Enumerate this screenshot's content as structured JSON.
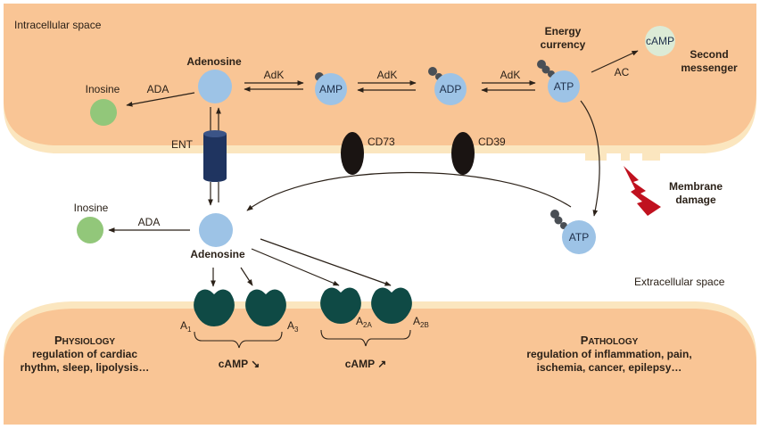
{
  "regions": {
    "intracellular": "Intracellular space",
    "extracellular": "Extracellular space"
  },
  "intracellular": {
    "adenosine": "Adenosine",
    "inosine": "Inosine",
    "ada": "ADA",
    "amp": "AMP",
    "adp": "ADP",
    "atp": "ATP",
    "adk_1": "AdK",
    "adk_2": "AdK",
    "adk_3": "AdK",
    "camp": "cAMP",
    "ac": "AC",
    "energy_currency_1": "Energy",
    "energy_currency_2": "currency",
    "second_messenger_1": "Second",
    "second_messenger_2": "messenger"
  },
  "membrane": {
    "ent": "ENT",
    "cd73": "CD73",
    "cd39": "CD39",
    "membrane_damage_1": "Membrane",
    "membrane_damage_2": "damage"
  },
  "extracellular": {
    "inosine": "Inosine",
    "ada": "ADA",
    "adenosine": "Adenosine",
    "atp": "ATP"
  },
  "receptors": [
    {
      "name": "A",
      "sub": "1"
    },
    {
      "name": "A",
      "sub": "3"
    },
    {
      "name": "A",
      "sub": "2A"
    },
    {
      "name": "A",
      "sub": "2B"
    }
  ],
  "effects": {
    "camp_down": "cAMP ↘",
    "camp_up": "cAMP ↗"
  },
  "physiology": {
    "title_cap": "P",
    "title_rest": "HYSIOLOGY",
    "line1": "regulation of cardiac",
    "line2": "rhythm, sleep, lipolysis…"
  },
  "pathology": {
    "title_cap": "P",
    "title_rest": "ATHOLOGY",
    "line1": "regulation of inflammation, pain,",
    "line2": "ischemia, cancer, epilepsy…"
  },
  "colors": {
    "cell_fill": "#f9c595",
    "membrane_rim": "#fbe6bf",
    "adenine_blue": "#9dc3e6",
    "inosine_green": "#92c77a",
    "camp_fill": "#dcebd6",
    "receptor": "#0f4a45",
    "ent_channel": "#1f3460",
    "ectoenzyme": "#1a1412",
    "damage_red": "#c0111f",
    "phosphate": "#4a4f55"
  }
}
